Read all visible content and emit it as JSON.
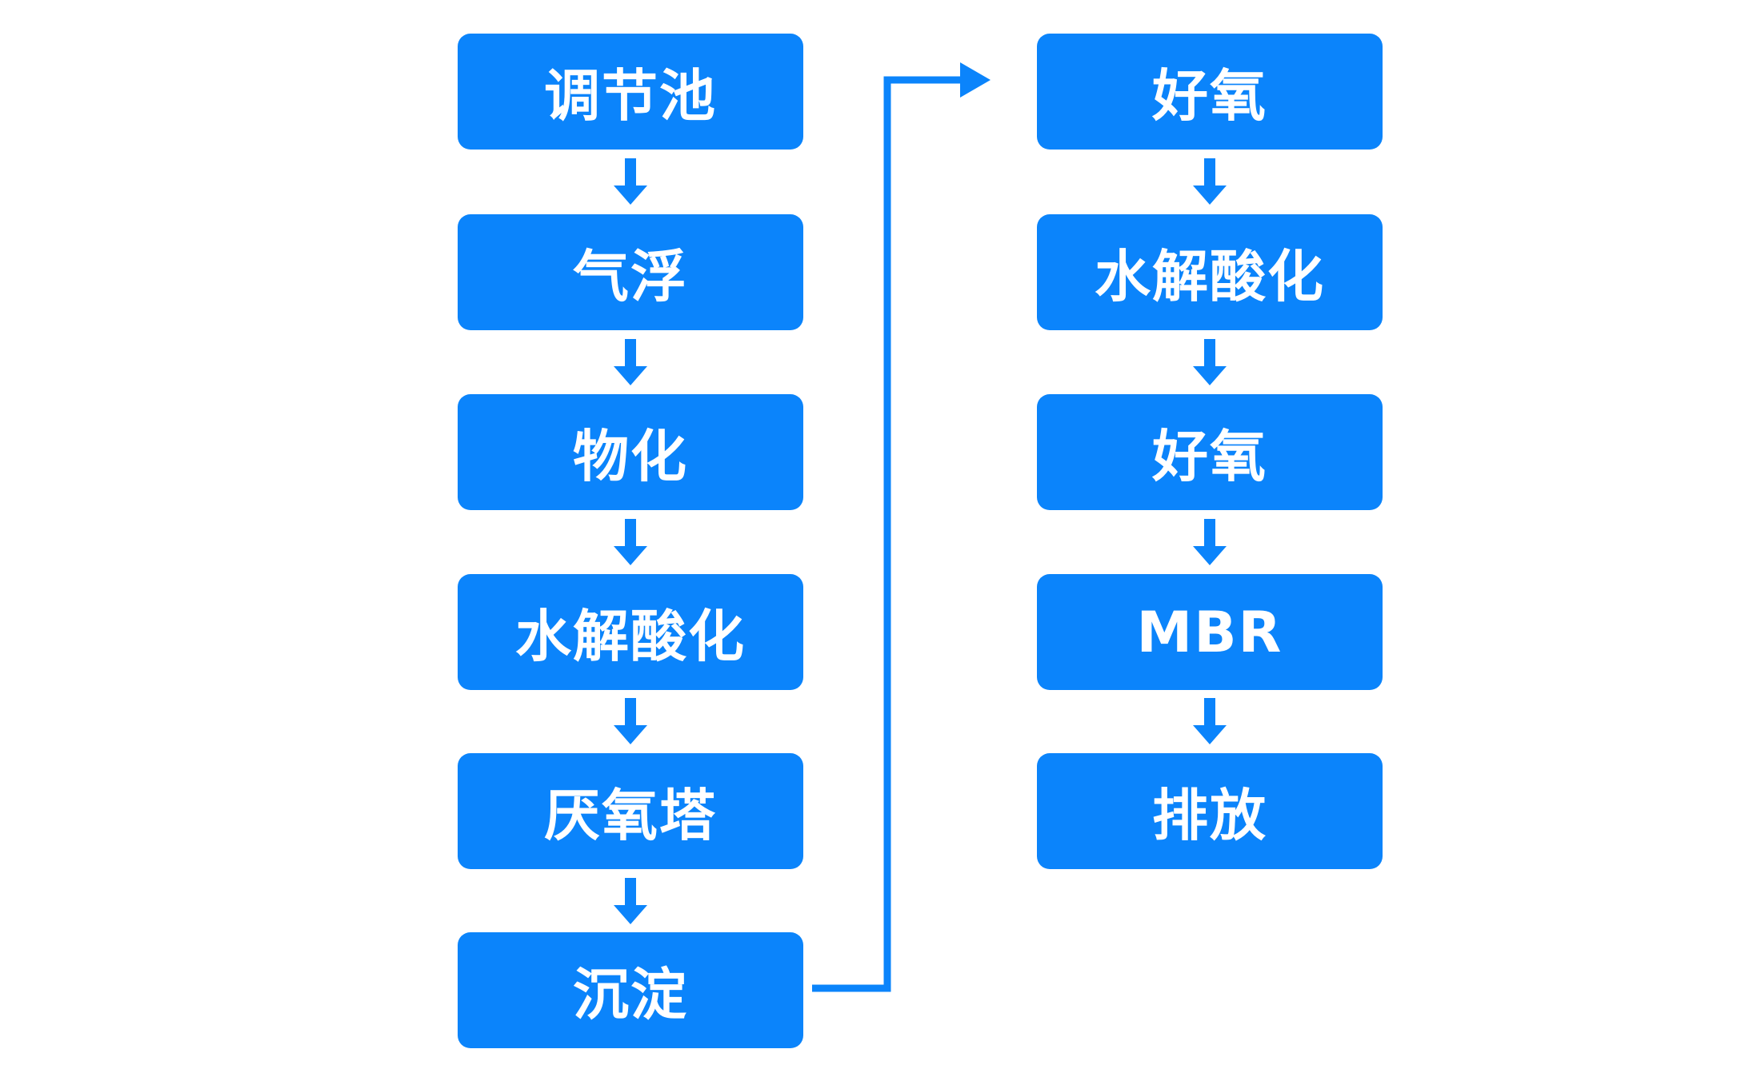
{
  "colors": {
    "box": "#0b84fb",
    "text": "#ffffff",
    "arrow": "#0b84fb"
  },
  "left_column": [
    {
      "label": "调节池"
    },
    {
      "label": "气浮"
    },
    {
      "label": "物化"
    },
    {
      "label": "水解酸化"
    },
    {
      "label": "厌氧塔"
    },
    {
      "label": "沉淀"
    }
  ],
  "right_column": [
    {
      "label": "好氧"
    },
    {
      "label": "水解酸化"
    },
    {
      "label": "好氧"
    },
    {
      "label": "MBR"
    },
    {
      "label": "排放"
    }
  ]
}
